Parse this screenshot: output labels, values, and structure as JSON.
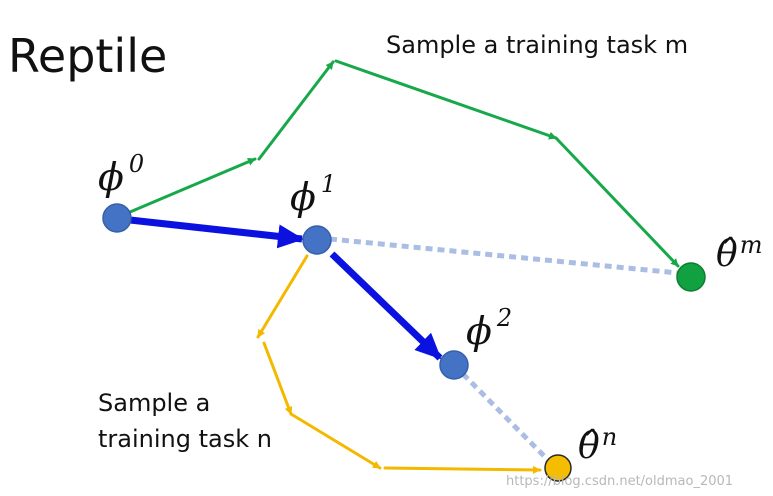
{
  "title": "Reptile",
  "captions": {
    "task_m": "Sample a training task m",
    "task_n_line1": "Sample a",
    "task_n_line2": "training task n"
  },
  "points": {
    "phi0": {
      "symbol": "ϕ",
      "sup": "0"
    },
    "phi1": {
      "symbol": "ϕ",
      "sup": "1"
    },
    "phi2": {
      "symbol": "ϕ",
      "sup": "2"
    },
    "theta_m": {
      "symbol": "θ̂",
      "sup": "m"
    },
    "theta_n": {
      "symbol": "θ̂",
      "sup": "n"
    }
  },
  "watermark": "https://blog.csdn.net/oldmao_2001",
  "colors": {
    "node_blue": "#4472c4",
    "update_arrow": "#0b12e0",
    "task_m_path": "#17a84a",
    "task_n_path": "#f5b800",
    "dotted_link": "#aabde3",
    "theta_m_node": "#12a141",
    "theta_n_node": "#f5bd00"
  }
}
